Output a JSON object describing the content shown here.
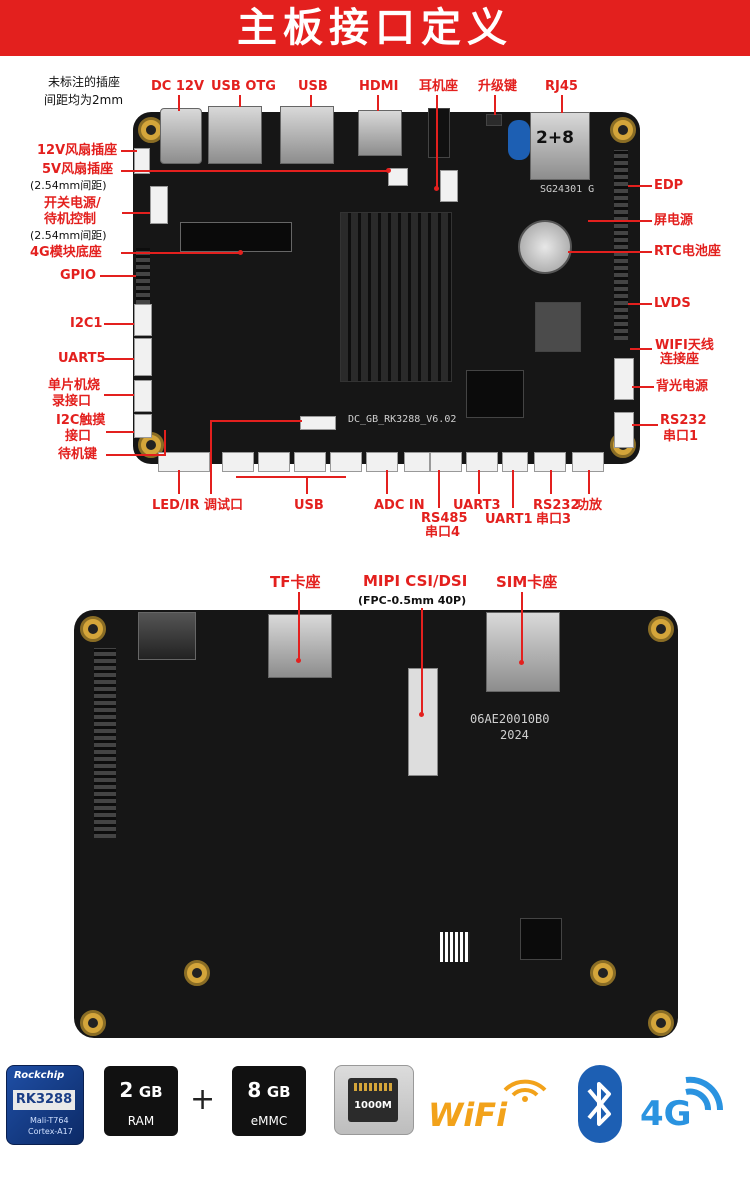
{
  "title": "主板接口定义",
  "note": {
    "line1": "未标注的插座",
    "line2": "间距均为2mm"
  },
  "top_labels": {
    "dc12v": "DC 12V",
    "usb_otg": "USB OTG",
    "usb": "USB",
    "hdmi": "HDMI",
    "earphone": "耳机座",
    "upgrade": "升级键",
    "rj45": "RJ45"
  },
  "left_labels": {
    "fan12": "12V风扇插座",
    "fan5": "5V风扇插座",
    "pitch1": "(2.54mm间距)",
    "power_l1": "开关电源/",
    "power_l2": "待机控制",
    "pitch2": "(2.54mm间距)",
    "base4g": "4G模块底座",
    "gpio": "GPIO",
    "i2c1": "I2C1",
    "uart5": "UART5",
    "mcu_l1": "单片机烧",
    "mcu_l2": "录接口",
    "touch_l1": "I2C触摸",
    "touch_l2": "接口",
    "standby": "待机键"
  },
  "right_labels": {
    "edp": "EDP",
    "screen_power": "屏电源",
    "rtc": "RTC电池座",
    "lvds": "LVDS",
    "wifi_l1": "WIFI天线",
    "wifi_l2": "连接座",
    "backlight": "背光电源",
    "rs232_l1": "RS232",
    "rs232_l2": "串口1"
  },
  "bottom_labels": {
    "led_ir": "LED/IR",
    "debug": "调试口",
    "usb": "USB",
    "adc": "ADC IN",
    "rs485_l1": "RS485",
    "rs485_l2": "串口4",
    "uart3": "UART3",
    "uart1": "UART1",
    "rs232_3_l1": "RS232",
    "rs232_3_l2": "串口3",
    "amp": "功放"
  },
  "board_text": {
    "model": "DC_GB_RK3288_V6.02",
    "rj45_tag": "2+8",
    "chip": "SG24301 G"
  },
  "back_labels": {
    "tf": "TF卡座",
    "mipi": "MIPI CSI/DSI",
    "mipi_sub": "(FPC-0.5mm 40P)",
    "sim": "SIM卡座"
  },
  "back_board_text": {
    "code": "06AE20010B0",
    "year": "2024"
  },
  "badges": {
    "brand": "Rockchip",
    "soc": "RK3288",
    "gpu": "Mali-T764",
    "cpu": "Cortex-A17",
    "ram_size": "2",
    "ram_unit": "GB",
    "ram_label": "RAM",
    "plus": "+",
    "emmc_size": "8",
    "emmc_unit": "GB",
    "emmc_label": "eMMC",
    "ethernet": "1000M",
    "wifi": "WiFi",
    "g4": "4G"
  },
  "colors": {
    "accent": "#e3201e",
    "pcb": "#161616",
    "wifi": "#f2a21a",
    "bt": "#1d5fb3",
    "g4": "#2a93e0"
  }
}
